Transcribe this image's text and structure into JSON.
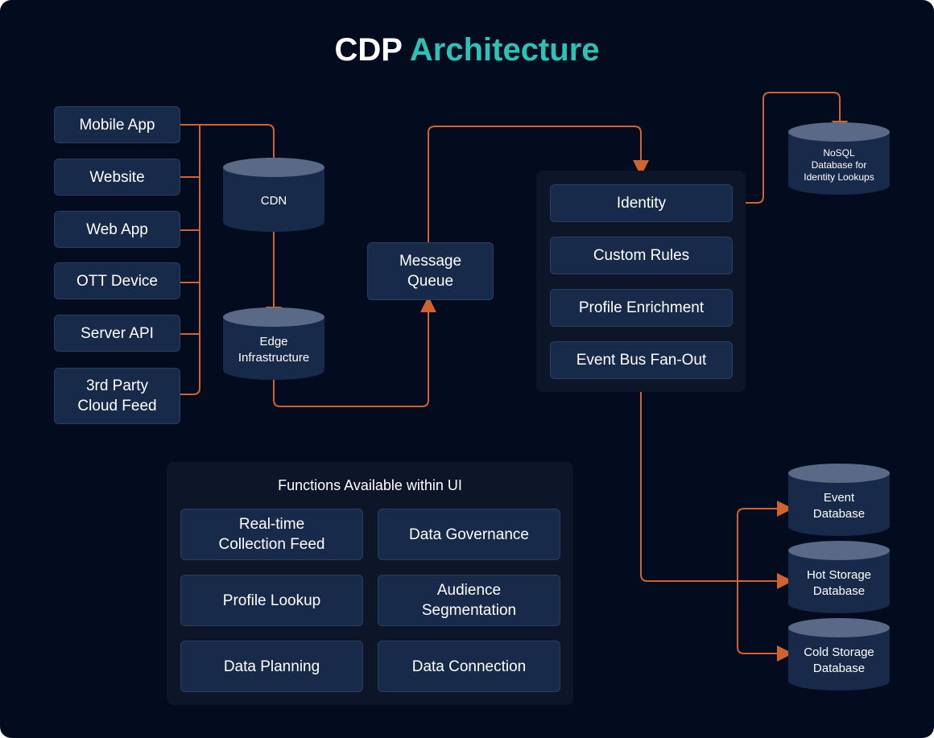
{
  "title": {
    "main": "CDP",
    "accent": "Architecture"
  },
  "sources": [
    "Mobile App",
    "Website",
    "Web App",
    "OTT Device",
    "Server API",
    "3rd Party\nCloud Feed"
  ],
  "cdn": "CDN",
  "edge": "Edge\nInfrastructure",
  "queue": "Message\nQueue",
  "processing": [
    "Identity",
    "Custom Rules",
    "Profile Enrichment",
    "Event Bus Fan-Out"
  ],
  "nosql": "NoSQL\nDatabase for\nIdentity Lookups",
  "databases": [
    "Event\nDatabase",
    "Hot Storage\nDatabase",
    "Cold Storage\nDatabase"
  ],
  "functions": {
    "title": "Functions Available within UI",
    "items": [
      "Real-time\nCollection Feed",
      "Data Governance",
      "Profile Lookup",
      "Audience\nSegmentation",
      "Data Planning",
      "Data Connection"
    ]
  },
  "colors": {
    "background": "#020c1e",
    "box": "#182a4a",
    "connector": "#d2622e",
    "accent": "#2cc3b6"
  }
}
